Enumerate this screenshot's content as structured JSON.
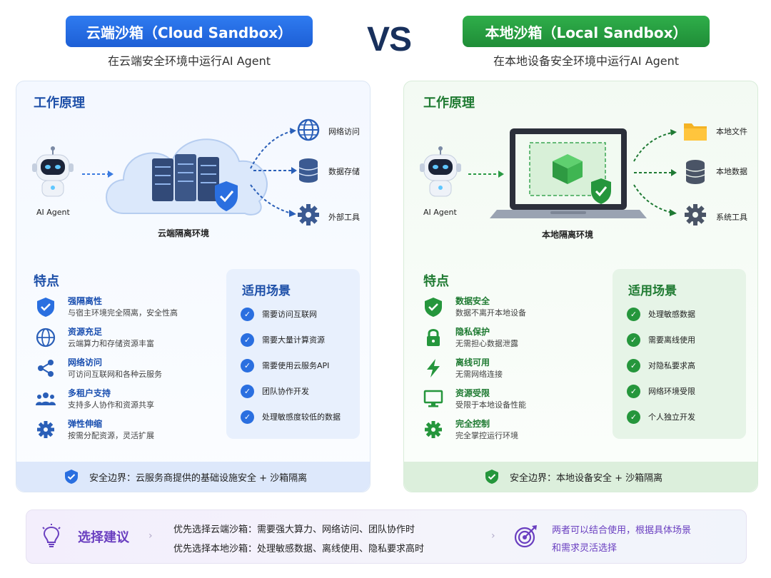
{
  "cloud": {
    "header": "云端沙箱（Cloud Sandbox）",
    "subtitle": "在云端安全环境中运行AI Agent",
    "principle_title": "工作原理",
    "agent_label": "AI Agent",
    "env_label": "云端隔离环境",
    "targets": [
      "网络访问",
      "数据存储",
      "外部工具"
    ],
    "features_title": "特点",
    "features": [
      {
        "title": "强隔离性",
        "desc": "与宿主环境完全隔离，安全性高",
        "icon": "shield-check-icon"
      },
      {
        "title": "资源充足",
        "desc": "云端算力和存储资源丰富",
        "icon": "globe-icon"
      },
      {
        "title": "网络访问",
        "desc": "可访问互联网和各种云服务",
        "icon": "share-icon"
      },
      {
        "title": "多租户支持",
        "desc": "支持多人协作和资源共享",
        "icon": "users-icon"
      },
      {
        "title": "弹性伸缩",
        "desc": "按需分配资源，灵活扩展",
        "icon": "gear-icon"
      }
    ],
    "scenarios_title": "适用场景",
    "scenarios": [
      "需要访问互联网",
      "需要大量计算资源",
      "需要使用云服务API",
      "团队协作开发",
      "处理敏感度较低的数据"
    ],
    "boundary": "安全边界：云服务商提供的基础设施安全 + 沙箱隔离"
  },
  "vs": "VS",
  "local": {
    "header": "本地沙箱（Local Sandbox）",
    "subtitle": "在本地设备安全环境中运行AI Agent",
    "principle_title": "工作原理",
    "agent_label": "AI Agent",
    "env_label": "本地隔离环境",
    "targets": [
      "本地文件",
      "本地数据",
      "系统工具"
    ],
    "features_title": "特点",
    "features": [
      {
        "title": "数据安全",
        "desc": "数据不离开本地设备",
        "icon": "shield-check-icon"
      },
      {
        "title": "隐私保护",
        "desc": "无需担心数据泄露",
        "icon": "lock-icon"
      },
      {
        "title": "离线可用",
        "desc": "无需网络连接",
        "icon": "lightning-icon"
      },
      {
        "title": "资源受限",
        "desc": "受限于本地设备性能",
        "icon": "monitor-icon"
      },
      {
        "title": "完全控制",
        "desc": "完全掌控运行环境",
        "icon": "gear-icon"
      }
    ],
    "scenarios_title": "适用场景",
    "scenarios": [
      "处理敏感数据",
      "需要离线使用",
      "对隐私要求高",
      "网络环境受限",
      "个人独立开发"
    ],
    "boundary": "安全边界：本地设备安全 + 沙箱隔离"
  },
  "suggestion": {
    "title": "选择建议",
    "line1": "优先选择云端沙箱：需要强大算力、网络访问、团队协作时",
    "line2": "优先选择本地沙箱：处理敏感数据、离线使用、隐私要求高时",
    "right_line1": "两者可以结合使用，根据具体场景",
    "right_line2": "和需求灵活选择",
    "icon_left": "lightbulb-icon",
    "icon_right": "target-icon"
  },
  "colors": {
    "cloud_accent": "#2a6fe0",
    "local_accent": "#25963c",
    "suggest_accent": "#6a3fc0"
  }
}
